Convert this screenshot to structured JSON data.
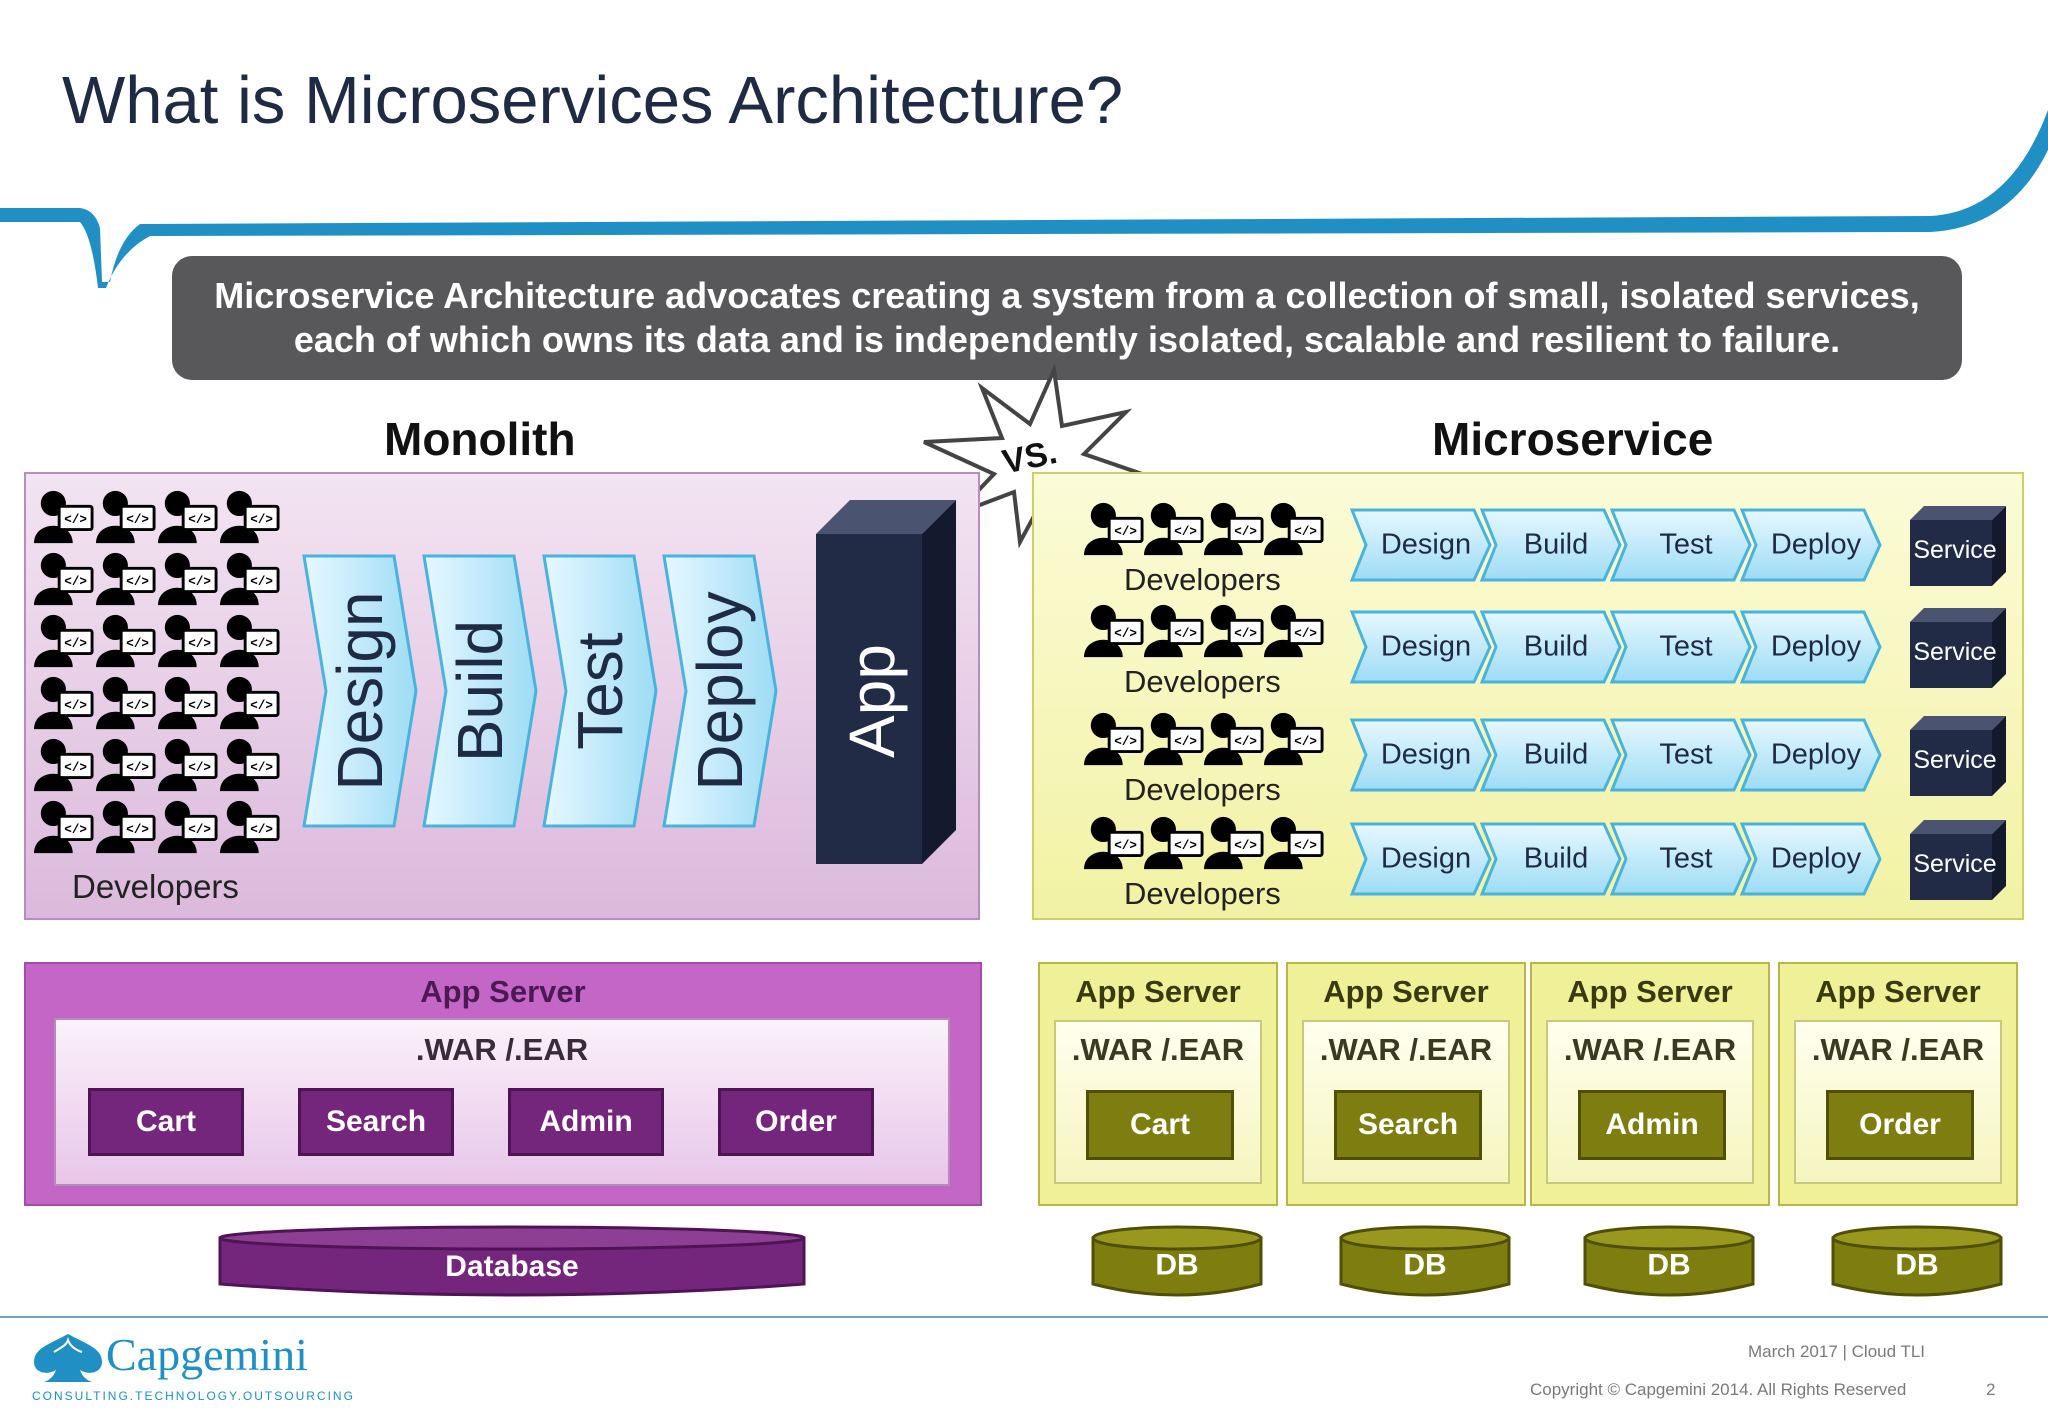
{
  "slide": {
    "title": "What is Microservices Architecture?",
    "banner_line1": "Microservice Architecture advocates creating a system from a collection of small, isolated services,",
    "banner_line2": "each of which owns its data and is independently isolated, scalable and resilient to failure.",
    "vs_label": "VS.",
    "page_number": "2"
  },
  "monolith": {
    "heading": "Monolith",
    "developers_label": "Developers",
    "stages": [
      "Design",
      "Build",
      "Test",
      "Deploy"
    ],
    "app_label": "App",
    "server_title": "App Server",
    "war_label": ".WAR /.EAR",
    "modules": [
      "Cart",
      "Search",
      "Admin",
      "Order"
    ],
    "database_label": "Database"
  },
  "microservice": {
    "heading": "Microservice",
    "rows": [
      {
        "developers_label": "Developers",
        "stages": [
          "Design",
          "Build",
          "Test",
          "Deploy"
        ],
        "service_label": "Service"
      },
      {
        "developers_label": "Developers",
        "stages": [
          "Design",
          "Build",
          "Test",
          "Deploy"
        ],
        "service_label": "Service"
      },
      {
        "developers_label": "Developers",
        "stages": [
          "Design",
          "Build",
          "Test",
          "Deploy"
        ],
        "service_label": "Service"
      },
      {
        "developers_label": "Developers",
        "stages": [
          "Design",
          "Build",
          "Test",
          "Deploy"
        ],
        "service_label": "Service"
      }
    ],
    "servers": [
      {
        "title": "App Server",
        "war": ".WAR /.EAR",
        "module": "Cart",
        "db": "DB"
      },
      {
        "title": "App Server",
        "war": ".WAR /.EAR",
        "module": "Search",
        "db": "DB"
      },
      {
        "title": "App Server",
        "war": ".WAR /.EAR",
        "module": "Admin",
        "db": "DB"
      },
      {
        "title": "App Server",
        "war": ".WAR /.EAR",
        "module": "Order",
        "db": "DB"
      }
    ]
  },
  "footer": {
    "logo_text": "Capgemini",
    "logo_tagline": "CONSULTING.TECHNOLOGY.OUTSOURCING",
    "date_line": "March 2017 | Cloud TLI",
    "copyright": "Copyright © Capgemini 2014. All Rights Reserved"
  },
  "colors": {
    "title_text": "#1f2a44",
    "banner_bg": "#58585a",
    "accent_blue": "#1f8fc4",
    "monolith_purple": "#74257c",
    "microservice_olive": "#7e7e10",
    "chevron_blue": "#bfe8f8",
    "app_navy": "#222b45"
  }
}
